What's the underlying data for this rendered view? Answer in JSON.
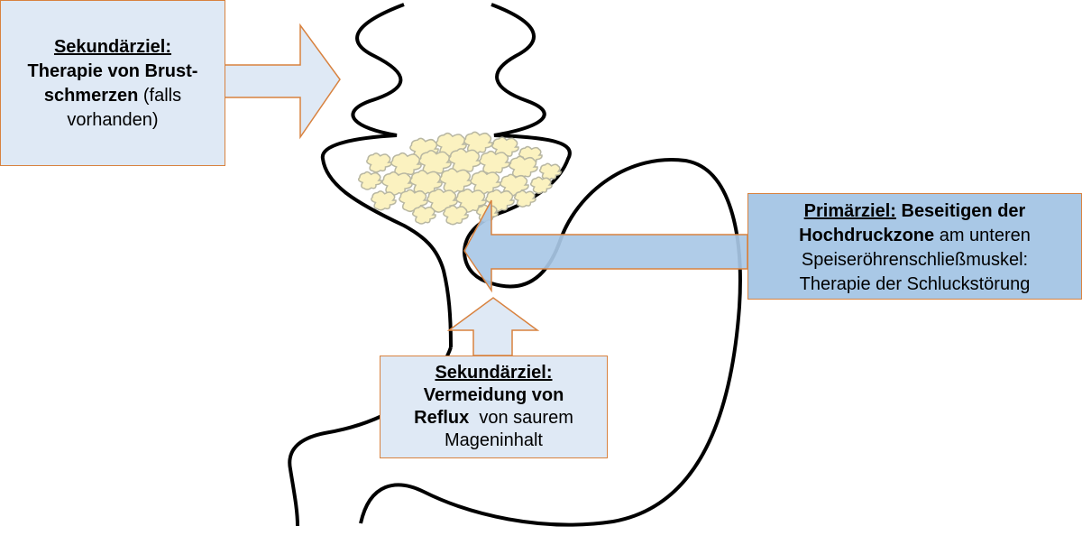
{
  "secondary_chest": {
    "heading": "Sekundärziel:",
    "line1_bold": "Therapie von Brust-",
    "line2_bold": "schmerzen",
    "line2_rest": " (falls",
    "line3": "vorhanden)"
  },
  "secondary_reflux": {
    "heading": "Sekundärziel:",
    "line1_bold": "Vermeidung von",
    "line2_bold": "Reflux",
    "line2_rest": "  von saurem",
    "line3": "Mageninhalt"
  },
  "primary": {
    "heading": "Primärziel:",
    "heading_rest": " Beseitigen der",
    "line2_bold": "Hochdruckzone",
    "line2_rest": " am unteren",
    "line3": "Speiseröhrenschließmuskel:",
    "line4": "Therapie der Schluckstörung"
  },
  "colors": {
    "box_light": "#dfe9f5",
    "box_primary": "#a9c8e6",
    "arrow_border": "#d8823f",
    "food": "#fbf2c0",
    "outline": "#000000"
  }
}
